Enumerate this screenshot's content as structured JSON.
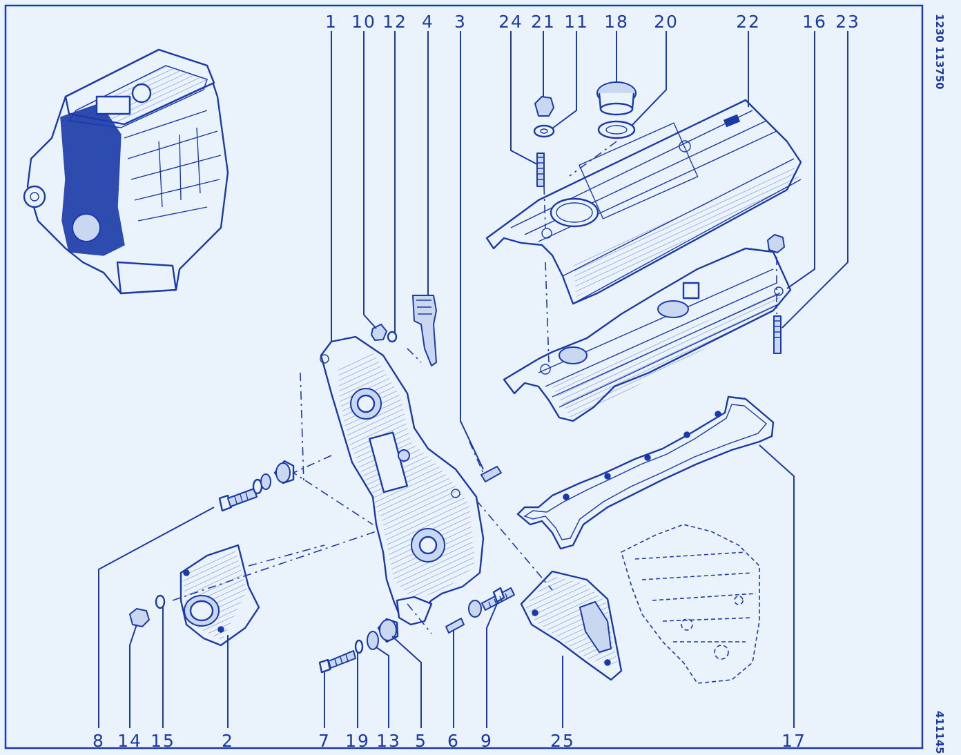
{
  "diagram": {
    "labels_top": [
      "1",
      "10",
      "12",
      "4",
      "3",
      "24",
      "21",
      "11",
      "18",
      "20",
      "22",
      "16",
      "23"
    ],
    "labels_bottom": [
      "8",
      "14",
      "15",
      "2",
      "7",
      "19",
      "13",
      "5",
      "6",
      "9",
      "25",
      "17"
    ],
    "side_code_top": "1230 113750",
    "side_code_bottom": "411145",
    "colors": {
      "ink": "#1a3aa8",
      "paper": "#eaf2fb"
    }
  }
}
